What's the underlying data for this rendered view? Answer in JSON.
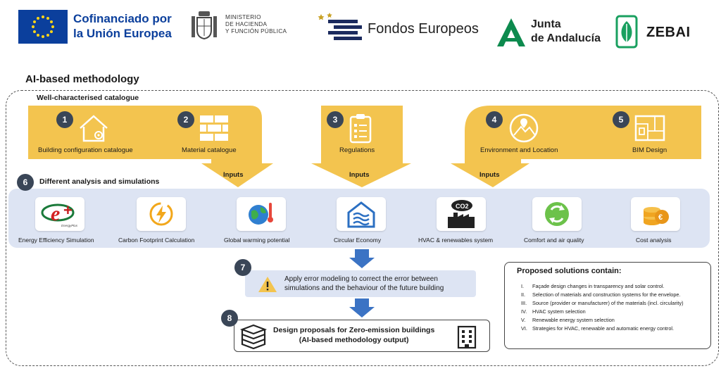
{
  "logos": {
    "eu_line1": "Cofinanciado por",
    "eu_line2": "la Unión Europea",
    "ministry_line1": "MINISTERIO",
    "ministry_line2": "DE HACIENDA",
    "ministry_line3": "Y FUNCIÓN PÚBLICA",
    "fondos": "Fondos Europeos",
    "junta_line1": "Junta",
    "junta_line2": "de Andalucía",
    "zebai": "ZEBAI"
  },
  "title": "AI-based methodology",
  "catalogue_label": "Well-characterised catalogue",
  "inputs": [
    {
      "number": "1",
      "label": "Building configuration catalogue",
      "icon": "house-gear-icon"
    },
    {
      "number": "2",
      "label": "Material catalogue",
      "icon": "bricks-icon"
    },
    {
      "number": "3",
      "label": "Regulations",
      "icon": "clipboard-checklist-icon"
    },
    {
      "number": "4",
      "label": "Environment and Location",
      "icon": "landscape-location-icon"
    },
    {
      "number": "5",
      "label": "BIM Design",
      "icon": "blueprint-icon"
    }
  ],
  "inputs_label": "Inputs",
  "analysis": {
    "number": "6",
    "label": "Different analysis and simulations",
    "items": [
      {
        "label": "Energy Efficiency Simulation",
        "icon": "energyplus-logo-icon",
        "logo_text": "EnergyPlus"
      },
      {
        "label": "Carbon Footprint Calculation",
        "icon": "lightning-cycle-icon"
      },
      {
        "label": "Global warming potential",
        "icon": "globe-thermometer-icon"
      },
      {
        "label": "Circular Economy",
        "icon": "house-waves-icon"
      },
      {
        "label": "HVAC & renewables system",
        "icon": "co2-factory-icon"
      },
      {
        "label": "Comfort and air quality",
        "icon": "recycle-arrows-icon"
      },
      {
        "label": "Cost analysis",
        "icon": "coins-euro-icon"
      }
    ]
  },
  "step7": {
    "number": "7",
    "line1": "Apply error modeling to correct the error between",
    "line2": "simulations and the behaviour of the future building"
  },
  "step8": {
    "number": "8",
    "line1": "Design proposals for Zero-emission buildings",
    "line2": "(AI-based methodology output)"
  },
  "solutions": {
    "title": "Proposed solutions contain:",
    "items": [
      {
        "numeral": "I.",
        "text": "Façade design changes in transparency and solar control."
      },
      {
        "numeral": "II.",
        "text": "Selection of materials and construction systems for the envelope."
      },
      {
        "numeral": "III.",
        "text": "Source (provider or manufacturer) of the materials (incl. circularity)"
      },
      {
        "numeral": "IV.",
        "text": "HVAC system selection"
      },
      {
        "numeral": "V.",
        "text": "Renewable energy system selection"
      },
      {
        "numeral": "VI.",
        "text": "Strategies for HVAC, renewable and automatic energy control."
      }
    ]
  },
  "colors": {
    "yellow": "#f3c44f",
    "navy_circle": "#3a4657",
    "light_blue_band": "#dde4f3",
    "blue_arrow": "#3b73c4",
    "eu_blue": "#0b3f9c",
    "green": "#0d8a4e"
  }
}
